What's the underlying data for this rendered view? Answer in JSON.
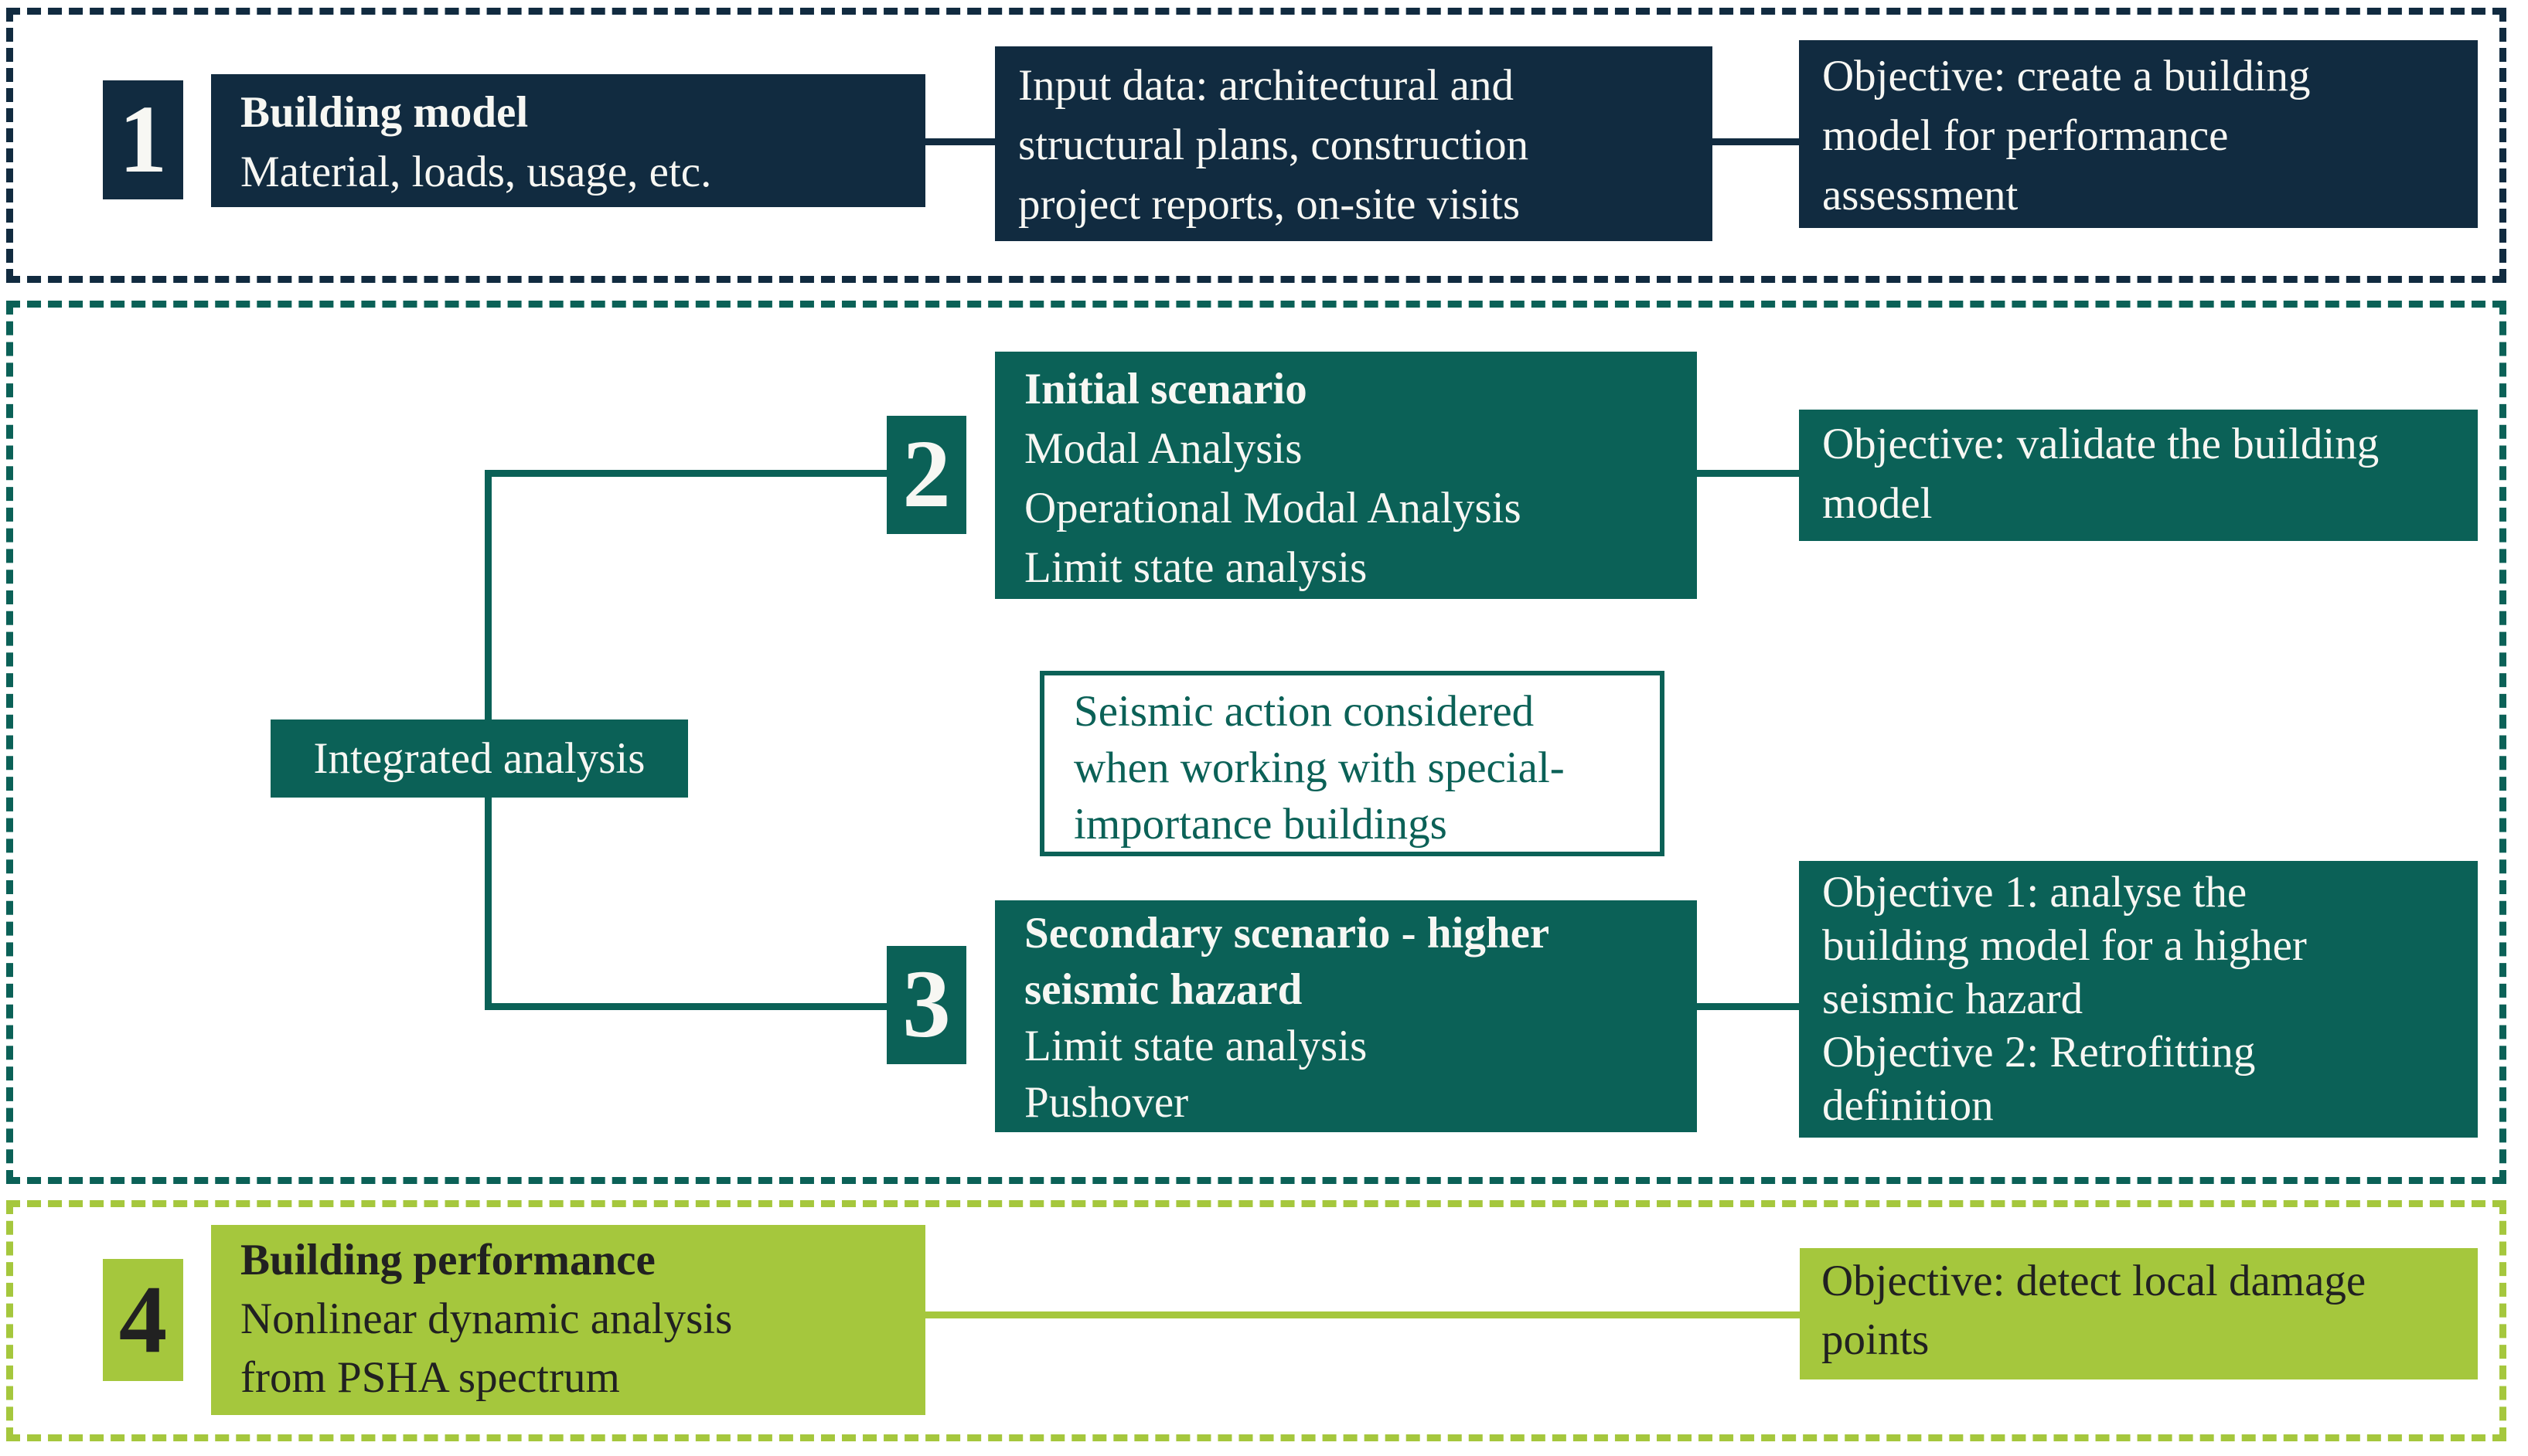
{
  "palette": {
    "navy": "#112B40",
    "teal": "#0B6157",
    "green": "#A5C73D",
    "ink": "#212121",
    "paper": "#FFFFFF"
  },
  "step1": {
    "number": "1",
    "main": {
      "title": "Building model",
      "lines": [
        "Material, loads, usage, etc."
      ]
    },
    "input": {
      "lines": [
        "Input data: architectural and",
        "structural plans, construction",
        "project reports, on-site visits"
      ]
    },
    "objective": {
      "lines": [
        "Objective: create a building",
        "model for performance",
        "assessment"
      ]
    }
  },
  "integrated": {
    "label": "Integrated analysis"
  },
  "step2": {
    "number": "2",
    "main": {
      "title": "Initial scenario",
      "lines": [
        "Modal Analysis",
        "Operational Modal Analysis",
        "Limit state analysis"
      ]
    },
    "objective": {
      "lines": [
        "Objective: validate the building",
        "model"
      ]
    }
  },
  "seismic_note": {
    "lines": [
      "Seismic action considered",
      "when working with special-",
      "importance buildings"
    ]
  },
  "step3": {
    "number": "3",
    "main": {
      "title_lines": [
        "Secondary scenario - higher",
        "seismic hazard"
      ],
      "lines": [
        "Limit state analysis",
        "Pushover"
      ]
    },
    "objective": {
      "lines": [
        "Objective 1: analyse the",
        "building model for a higher",
        "seismic hazard",
        "Objective 2: Retrofitting",
        "definition"
      ]
    }
  },
  "step4": {
    "number": "4",
    "main": {
      "title": "Building performance",
      "lines": [
        "Nonlinear dynamic analysis",
        "from PSHA spectrum"
      ]
    },
    "objective": {
      "lines": [
        "Objective: detect local damage",
        "points"
      ]
    }
  }
}
